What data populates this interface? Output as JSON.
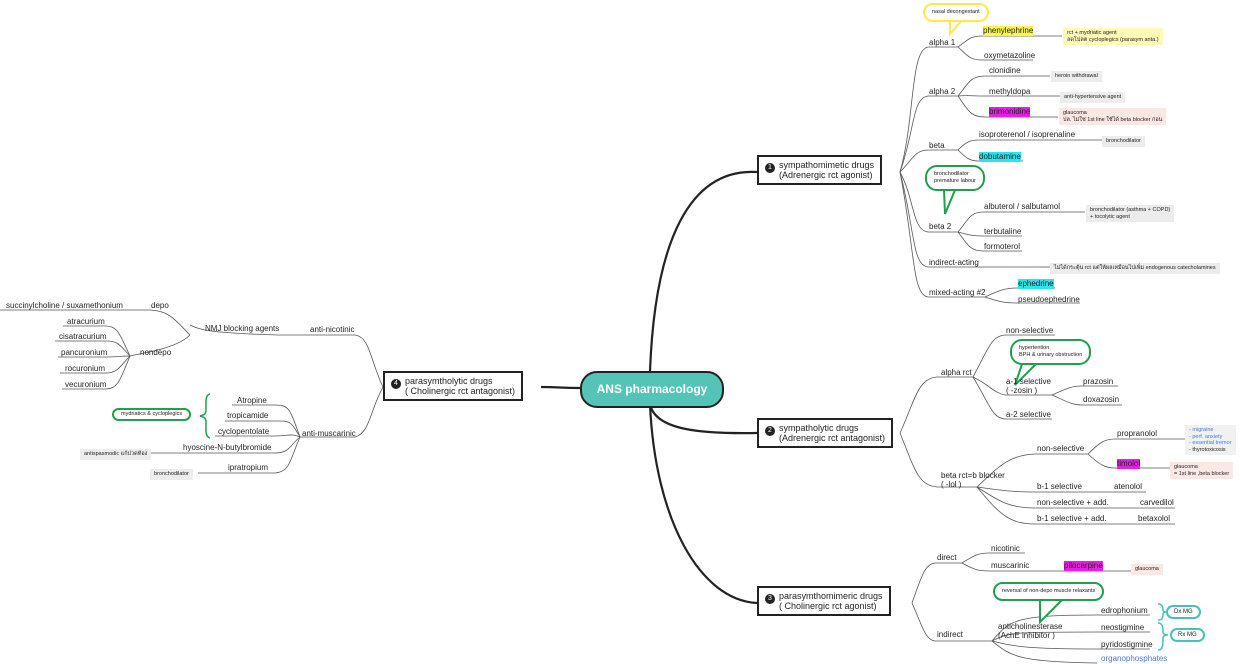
{
  "center": "ANS pharmacology",
  "symp": {
    "title1": "sympathomimetic drugs",
    "title2": "(Adrenergic rct agonist)",
    "num": "1",
    "alpha1": "alpha 1",
    "nasal": "nasal decongestant",
    "phenylephrine": "phenylephrine",
    "phen_note1": "rct + mydriatic agent",
    "phen_note2": "ลดโปลต cycloplegics (parasym anta.)",
    "oxymetazoline": "oxymetazoline",
    "alpha2": "alpha 2",
    "clonidine": "clonidine",
    "heroin": "heroin withdrawal",
    "methyldopa": "methyldopa",
    "antihyper": "anti-hypertensive agent",
    "brimonidine": "brimonidine",
    "glaucoma1": "glaucoma",
    "glaucoma2": "ปล. ไม่ใช่ 1st line ใช้ได้ beta blocker ก่อน",
    "beta": "beta",
    "isoproterenol": "isoproterenol / isoprenaline",
    "bronchodilator": "bronchodilator",
    "dobutamine": "dobutamine",
    "bub1": "bronchodilator",
    "bub2": "premature labour",
    "beta2": "beta 2",
    "albuterol": "albuterol / salbutamol",
    "alb_note1": "bronchodilator (asthma + COPD)",
    "alb_note2": "+ tocolytic agent",
    "terbutaline": "terbutaline",
    "formoterol": "formoterol",
    "indirect": "indirect-acting",
    "indirect_note": "ไม่ได้กระตุ้น rct แต่ให้ผลเหมือนไปเพิ่ม endogenous catecholamines",
    "mixed": "mixed-acting #2",
    "ephedrine": "ephedrine",
    "pseudo": "pseudoephedrine"
  },
  "sympa": {
    "title1": "sympatholytic drugs",
    "title2": "(Adrenergic rct antagonist)",
    "num": "2",
    "alpha": "alpha rct",
    "nonsel": "non-selective",
    "bub1": "hypertention",
    "bub2": "BPH & urinary obstruction",
    "a1sel1": "a-1 selective",
    "a1sel2": "( -zosin )",
    "prazosin": "prazosin",
    "doxazosin": "doxazosin",
    "a2sel": "a-2 selective",
    "betarct1": "beta rct=b blocker",
    "betarct2": "( -lol )",
    "bnonsel": "non-selective",
    "propranolol": "propranolol",
    "prop_list": [
      "- migraine",
      "- perf. anxiety",
      "- essential tremor",
      "- thyrotoxicosis"
    ],
    "timolol": "timolol",
    "tim_note1": "glaucoma",
    "tim_note2": "= 1st line ,beta blocker",
    "b1sel": "b-1 selective",
    "atenolol": "atenolol",
    "nonseladd": "non-selective + add.",
    "carvedilol": "carvedilol",
    "b1seladd": "b-1 selective + add.",
    "betaxolol": "betaxolol"
  },
  "para": {
    "title1": "parasymthomimeric drugs",
    "title2": "( Cholinergic rct agonist)",
    "num": "3",
    "direct": "direct",
    "nicotinic": "nicotinic",
    "muscarinic": "muscarinic",
    "pilocarpine": "pilocarpine",
    "glaucoma": "glaucoma",
    "bubble": "reversal of non-depo muscle relaxants",
    "indirect": "indirect",
    "anticholin1": "anticholinesterase",
    "anticholin2": "(AchE inhibitor )",
    "edrophonium": "edrophonium",
    "dxmg": "Dx MG",
    "neostigmine": "neostigmine",
    "pyridostigmine": "pyridostigmine",
    "rxmg": "Rx MG",
    "organo": "organophosphates"
  },
  "paral": {
    "title1": "parasymtholytic drugs",
    "title2": "( Cholinergic rct antagonist)",
    "num": "4",
    "antinic": "anti-nicotinic",
    "nmj": "NMJ blocking agents",
    "depo": "depo",
    "succ": "succinylcholine / suxamethonium",
    "nondepo": "nondepo",
    "atracurium": "atracurium",
    "cisatracurium": "cisatracurium",
    "pancuronium": "pancuronium",
    "rocuronium": "rocuronium",
    "vecuronium": "vecuronium",
    "antimusc": "anti-muscarinic",
    "atropine": "Atropine",
    "tropicamide": "tropicamide",
    "cyclopentolate": "cyclopentolate",
    "myd": "mydriatics & cycloplegics",
    "hyoscine": "hyoscine-N-butylbromide",
    "antispas": "antispasmodic แก้ปวดท้อง",
    "ipratropium": "ipratropium",
    "broncho": "bronchodilator"
  },
  "colors": {
    "center": "#53c4b7",
    "bubble": "#1ea04c",
    "annot": "#46c2b7",
    "blue": "#4a78e0"
  }
}
